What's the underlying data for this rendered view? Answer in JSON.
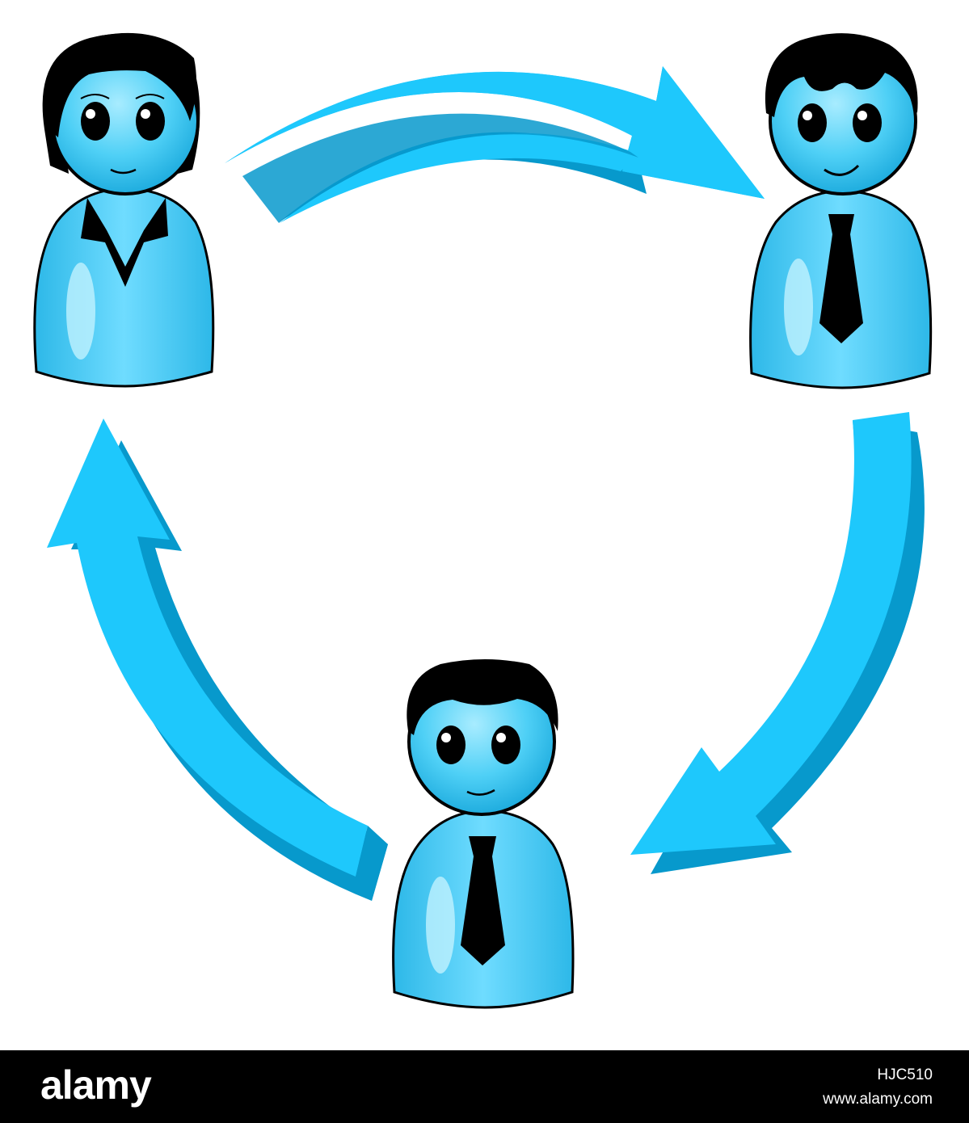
{
  "diagram": {
    "type": "cycle",
    "nodes": [
      {
        "id": "woman",
        "figure": "woman-icon"
      },
      {
        "id": "man-right",
        "figure": "man-with-tie-icon"
      },
      {
        "id": "man-bottom",
        "figure": "man-with-tie-icon"
      }
    ],
    "edges": [
      {
        "from": "woman",
        "to": "man-right"
      },
      {
        "from": "man-right",
        "to": "man-bottom"
      },
      {
        "from": "man-bottom",
        "to": "woman"
      }
    ],
    "colors": {
      "arrow": "#1ec8fc",
      "arrow_shadow": "#0799cc",
      "body": "#56cdf5",
      "outline": "#000000"
    }
  },
  "watermark": {
    "logo": "alamy",
    "image_id": "HJC510",
    "url": "www.alamy.com"
  }
}
